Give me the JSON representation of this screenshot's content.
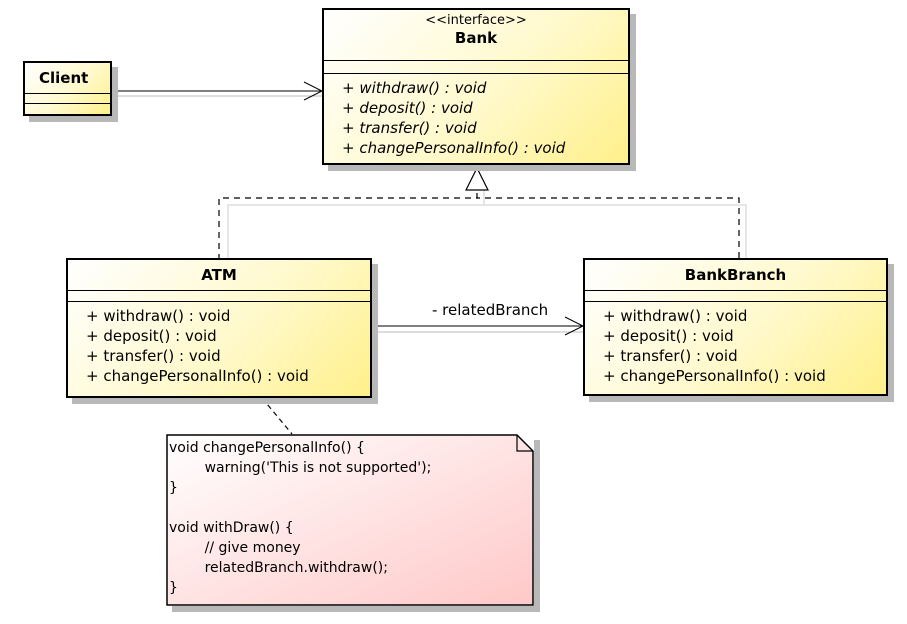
{
  "bank": {
    "stereotype": "<<interface>>",
    "name": "Bank",
    "operations": [
      "+ withdraw() : void",
      "+ deposit() : void",
      "+ transfer() : void",
      "+ changePersonalInfo() : void"
    ]
  },
  "client": {
    "name": "Client"
  },
  "atm": {
    "name": "ATM",
    "operations": [
      "+ withdraw() : void",
      "+ deposit() : void",
      "+ transfer() : void",
      "+ changePersonalInfo() : void"
    ]
  },
  "bank_branch": {
    "name": "BankBranch",
    "operations": [
      "+ withdraw() : void",
      "+ deposit() : void",
      "+ transfer() : void",
      "+ changePersonalInfo() : void"
    ]
  },
  "association": {
    "label": "- relatedBranch"
  },
  "note": {
    "text": "void changePersonalInfo() {\n        warning('This is not supported');\n}\n\nvoid withDraw() {\n        // give money\n        relatedBranch.withdraw();\n}"
  },
  "colors": {
    "class_fill": "#fff9cc",
    "note_fill": "#ffdddd",
    "line": "#000000"
  }
}
